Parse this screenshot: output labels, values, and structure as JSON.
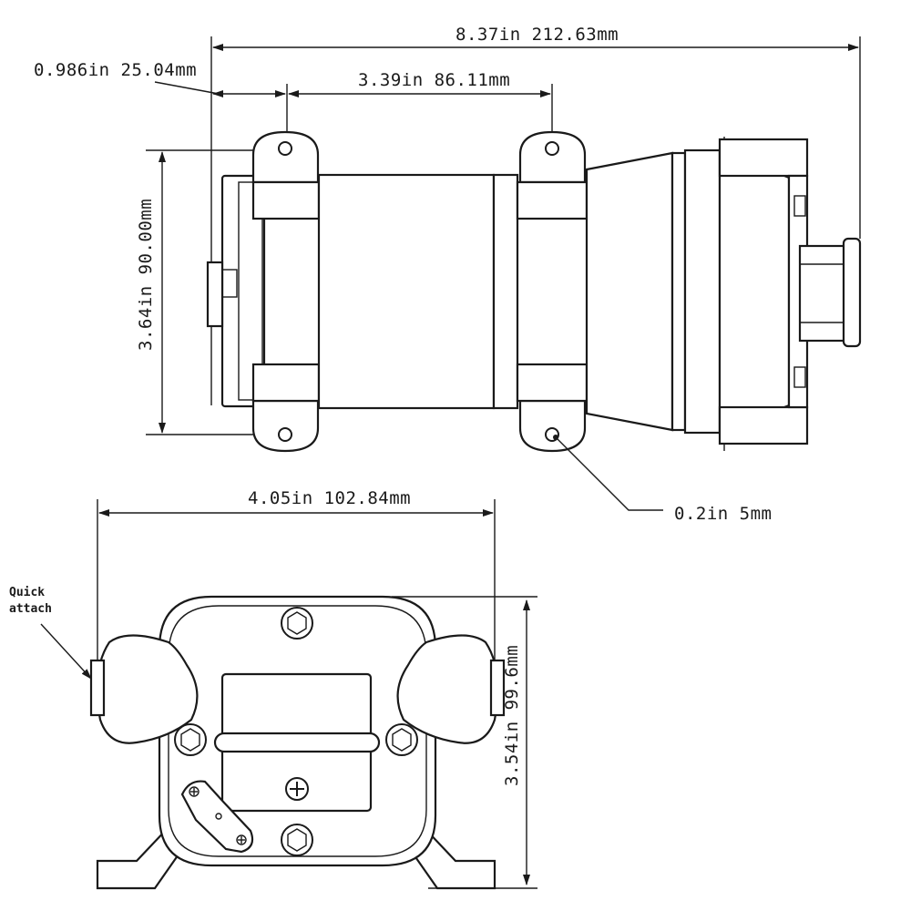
{
  "top_view": {
    "overall_length": "8.37in 212.63mm",
    "end_to_hole": "0.986in 25.04mm",
    "hole_spacing": "3.39in 86.11mm",
    "height": "3.64in 90.00mm",
    "hole_diameter": "0.2in 5mm"
  },
  "end_view": {
    "width": "4.05in 102.84mm",
    "height": "3.54in 99.6mm",
    "quick_attach_line1": "Quick",
    "quick_attach_line2": "attach"
  }
}
